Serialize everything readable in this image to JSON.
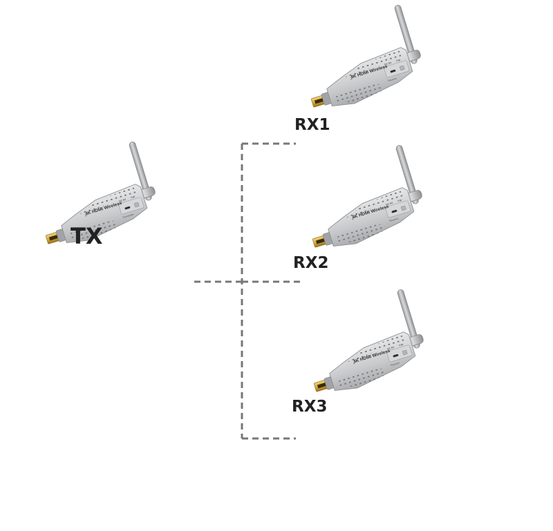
{
  "labels": {
    "transmitter": "TX",
    "receivers": [
      "RX1",
      "RX2",
      "RX3"
    ]
  },
  "device": {
    "brand_text": "4K HDMI Wireless",
    "port_text": "DC 5V",
    "button_text": "Pair",
    "transmitter_subtext": "Transmitter",
    "receiver_subtext": "Receiver"
  },
  "colors": {
    "connector_line": "#777777",
    "label_text": "#222222",
    "device_body": "#c9cacc",
    "hdmi_plug": "#d4a93a"
  }
}
